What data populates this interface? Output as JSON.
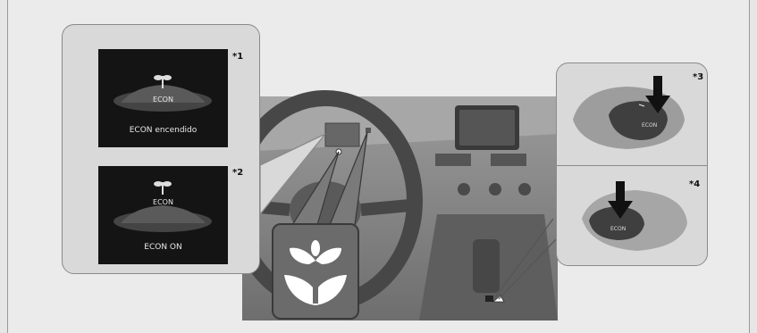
{
  "left_callout": {
    "screen1": {
      "label": "ECON",
      "caption": "ECON encendido",
      "note": "*1"
    },
    "screen2": {
      "label": "ECON",
      "caption": "ECON ON",
      "note": "*2"
    }
  },
  "right_callout": {
    "button1": {
      "label": "ECON",
      "note": "*3"
    },
    "button2": {
      "label": "ECON",
      "note": "*4"
    }
  },
  "icons": {
    "econ": "econ-leaf-icon",
    "press_arrow": "down-arrow-icon"
  },
  "colors": {
    "background": "#ebebeb",
    "callout": "#d9d9d9",
    "screen": "#141414",
    "icon_bg": "#6b6b6b"
  }
}
